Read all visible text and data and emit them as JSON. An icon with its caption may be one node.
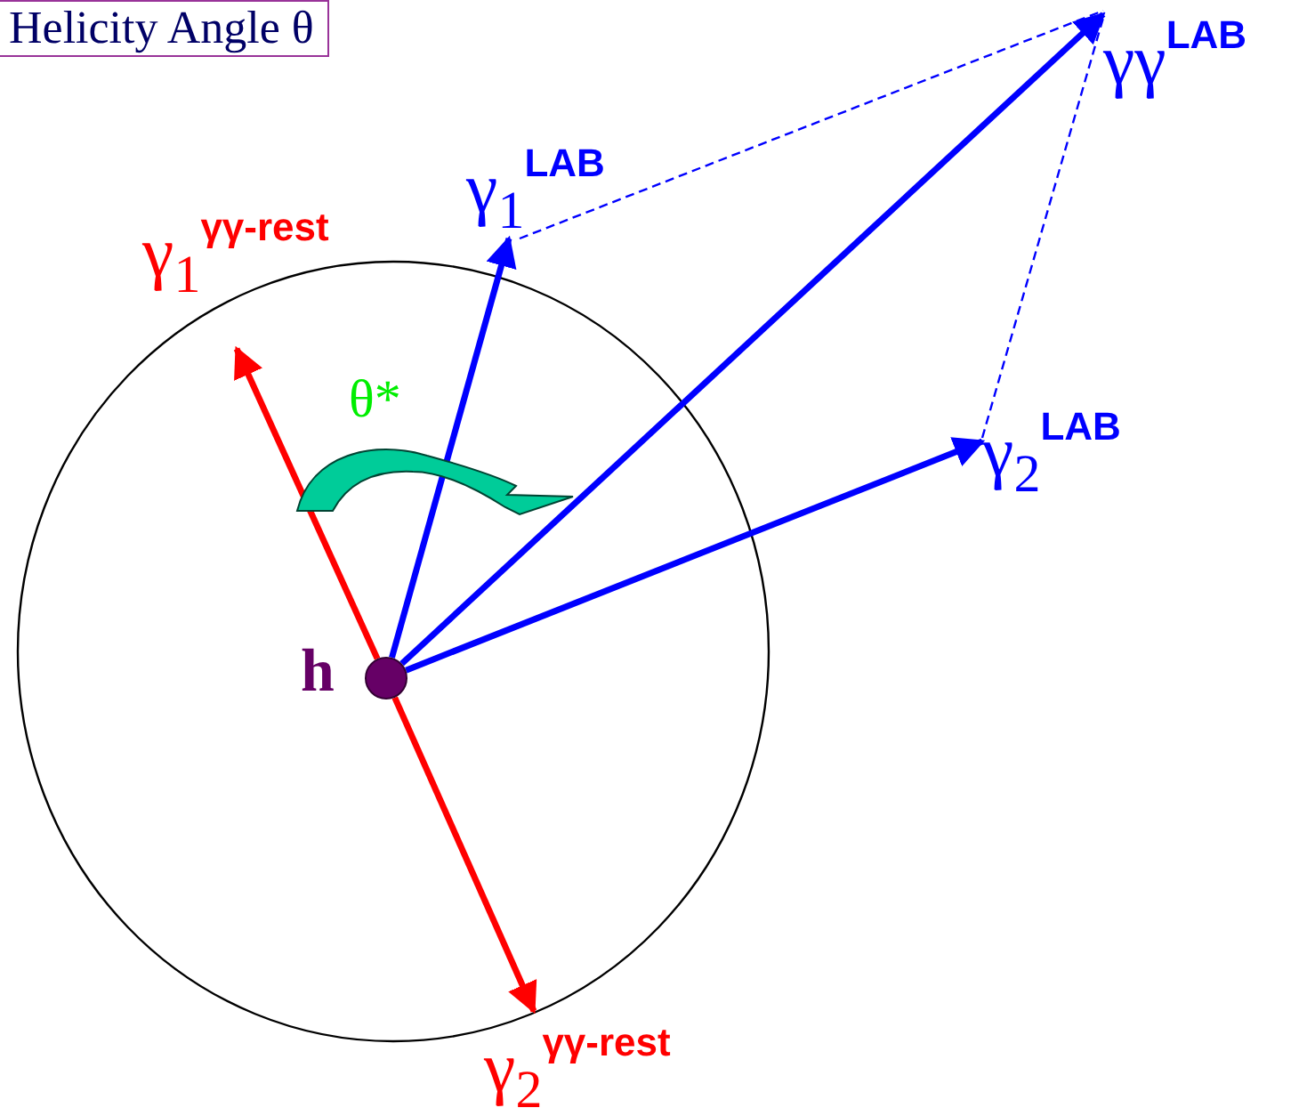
{
  "diagram": {
    "title": "Helicity Angle θ",
    "nodes": [
      {
        "text": [
          "γγ$^{LAB}$"
        ]
      },
      {
        "text": [
          "γ$_{1}$$^{LAB}$"
        ]
      },
      {
        "text": [
          "γ$_{1}$$^{γγ-rest}$"
        ]
      },
      {
        "text": [
          "γ$_{2}$$^{LAB}$"
        ]
      },
      {
        "text": [],
        "shape": "circle",
        "beside": [
          "h"
        ]
      },
      {
        "text": [
          "γ$_{2}$$^{γγ-rest}$"
        ]
      }
    ],
    "edges": [
      {
        "from": 4,
        "to": 2,
        "arrow": "to",
        "color": "#ff0000"
      },
      {
        "from": 4,
        "to": 5,
        "arrow": "to",
        "color": "#ff0000"
      },
      {
        "from": 4,
        "to": 1,
        "arrow": "to"
      },
      {
        "from": 4,
        "to": 0,
        "arrow": "to"
      },
      {
        "from": 4,
        "to": 3,
        "arrow": "to"
      },
      {
        "from": 1,
        "to": 0,
        "arrow": "none",
        "style": "dashed"
      },
      {
        "from": 3,
        "to": 0,
        "arrow": "none",
        "style": "dashed"
      }
    ],
    "labels": [
      "θ*"
    ]
  }
}
